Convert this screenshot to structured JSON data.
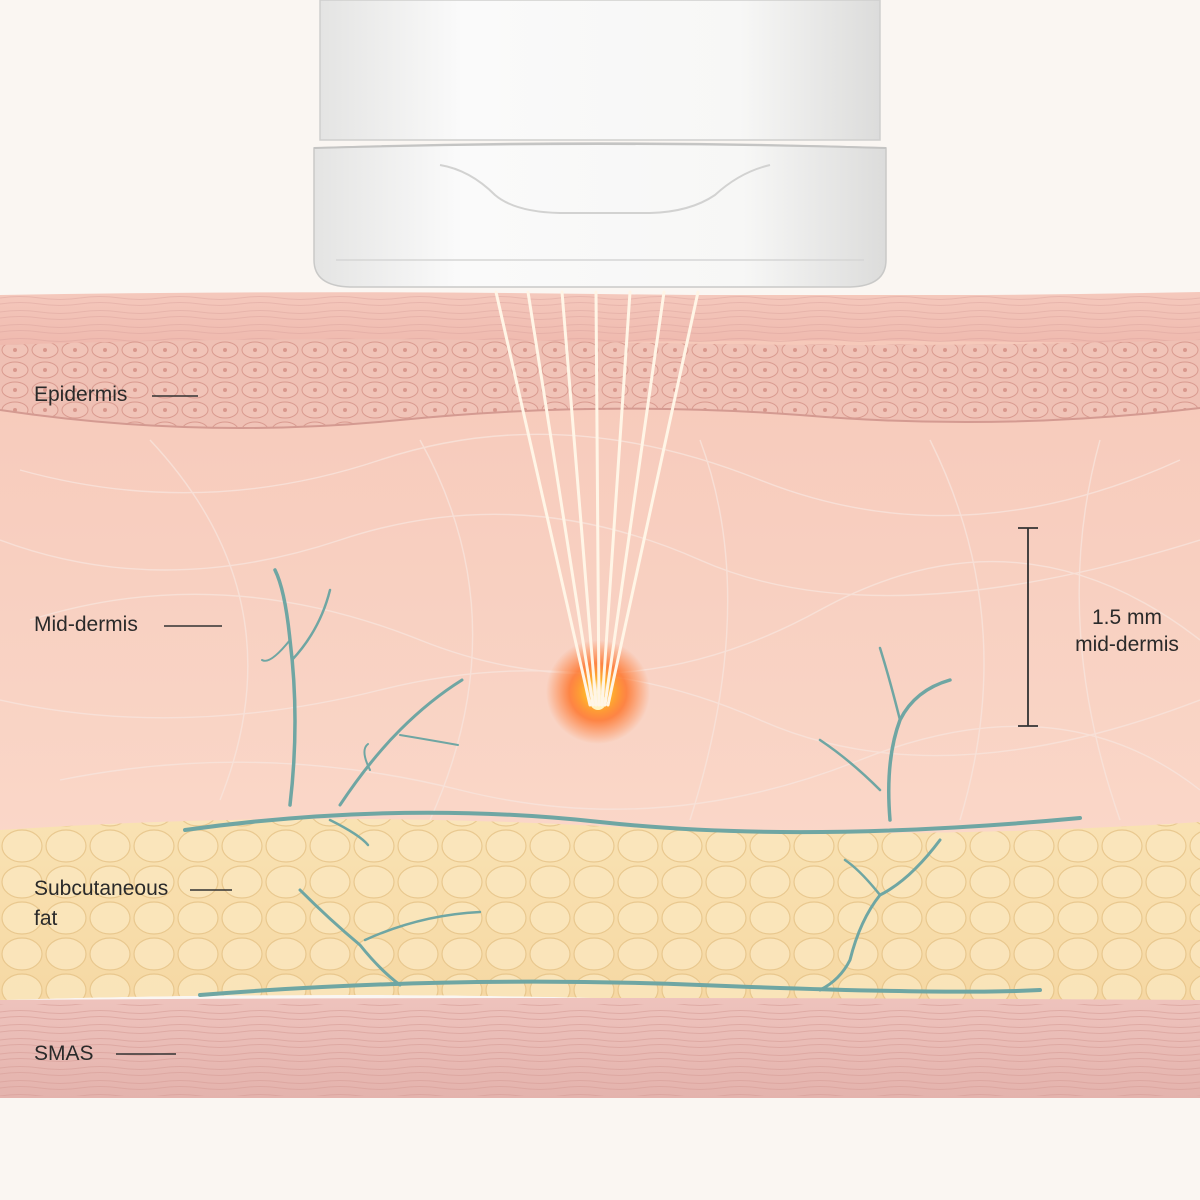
{
  "labels": {
    "epidermis": "Epidermis",
    "mid_dermis": "Mid-dermis",
    "subcutaneous_line1": "Subcutaneous",
    "subcutaneous_line2": "fat",
    "smas": "SMAS"
  },
  "depth_annotation": {
    "value": "1.5 mm",
    "layer": "mid-dermis"
  },
  "colors": {
    "background": "#faf6f2",
    "epidermis": "#eebbb0",
    "dermis": "#f7cdbf",
    "fat": "#f8deac",
    "smas": "#e7b8b2",
    "vessel": "#6fa6a3",
    "beam": "#fff5e6",
    "focal_point": "#ff6a1a",
    "transducer": "#f2f2f1"
  },
  "icons": [
    "ultrasound-transducer-icon",
    "focal-point-icon"
  ]
}
